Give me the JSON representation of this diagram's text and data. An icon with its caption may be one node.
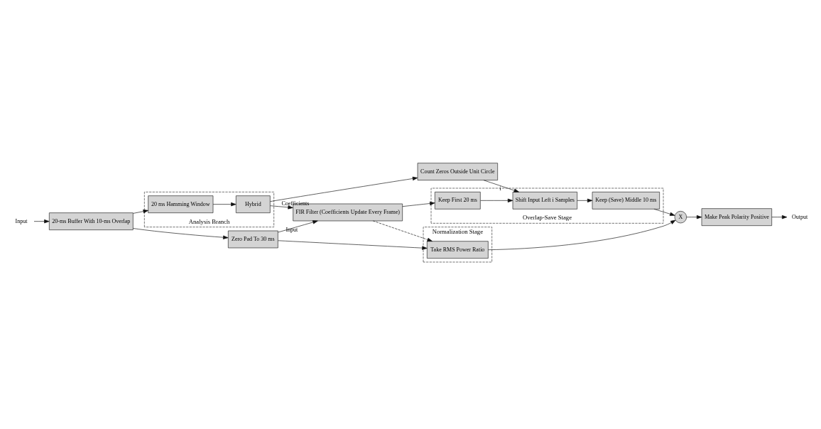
{
  "diagram": {
    "nodes": [
      {
        "text": [
          "Input"
        ]
      },
      {
        "text": [
          "20-ms Buffer With 10-ms Overlap"
        ]
      },
      {
        "text": [
          "Zero Pad To 30 ms"
        ]
      },
      {
        "text": [
          "Analysis Branch"
        ]
      },
      {
        "text": [
          "20 ms Hamming Window"
        ],
        "in": 3
      },
      {
        "text": [
          "Hybrid"
        ],
        "in": 3
      },
      {
        "text": [
          "FIR Filter (Coefficients Update Every Frame)"
        ]
      },
      {
        "text": [
          "Count Zeros Outside Unit Circle"
        ]
      },
      {
        "text": [
          "Normalization Stage"
        ]
      },
      {
        "text": [
          "Take RMS Power Ratio"
        ],
        "in": 8
      },
      {
        "text": [
          "Overlap-Save Stage"
        ]
      },
      {
        "text": [
          "Keep First 20 ms"
        ],
        "in": 10
      },
      {
        "text": [
          "Shift Input Left i Samples"
        ],
        "in": 10
      },
      {
        "text": [
          "Keep (Save) Middle 10 ms"
        ],
        "in": 10
      },
      {
        "text": [
          "X"
        ]
      },
      {
        "text": [
          "Make Peak Polarity Positive"
        ]
      },
      {
        "text": [
          "Output"
        ]
      }
    ],
    "edges": [
      {
        "from": 0,
        "to": 1,
        "arrow": "to"
      },
      {
        "from": 1,
        "to": 2,
        "arrow": "to"
      },
      {
        "from": 1,
        "to": 4,
        "arrow": "to"
      },
      {
        "from": 4,
        "to": 5,
        "arrow": "to"
      },
      {
        "from": 2,
        "to": 6,
        "arrow": "to",
        "label": "Input"
      },
      {
        "from": 5,
        "to": 6,
        "arrow": "to",
        "label": "Coefficients"
      },
      {
        "from": 5,
        "to": 7,
        "arrow": "to"
      },
      {
        "from": 2,
        "to": 9,
        "arrow": "to"
      },
      {
        "from": 6,
        "to": 9,
        "arrow": "to",
        "style": "dashed"
      },
      {
        "from": 6,
        "to": 11,
        "arrow": "to"
      },
      {
        "from": 11,
        "to": 12,
        "arrow": "to"
      },
      {
        "from": 7,
        "to": 12,
        "arrow": "to",
        "label": "i"
      },
      {
        "from": 12,
        "to": 13,
        "arrow": "to"
      },
      {
        "from": 9,
        "to": 14,
        "arrow": "to"
      },
      {
        "from": 13,
        "to": 14,
        "arrow": "to"
      },
      {
        "from": 14,
        "to": 15,
        "arrow": "to"
      },
      {
        "from": 15,
        "to": 16,
        "arrow": "to"
      }
    ]
  }
}
